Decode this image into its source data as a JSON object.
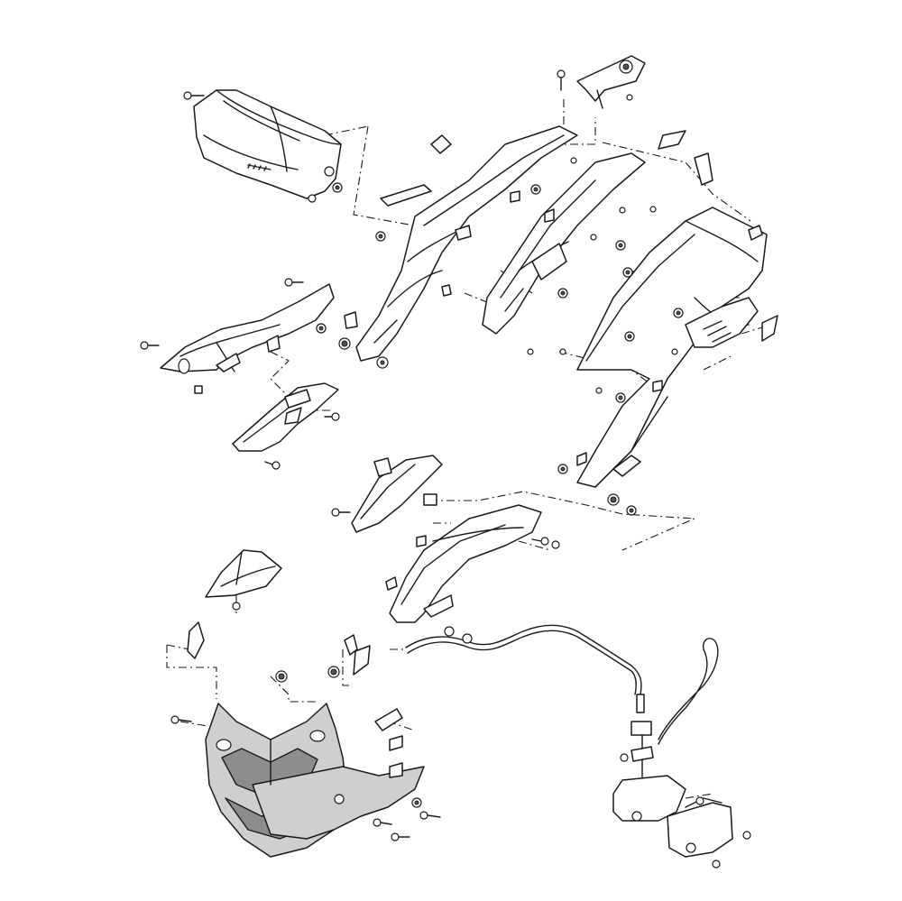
{
  "diagram": {
    "background": "#ffffff",
    "line_color": "#1a1a1a",
    "shade_light": "#cfcfcf",
    "shade_dark": "#8d8d8d",
    "parts": [
      {
        "name": "upper-side-cover-left",
        "shaded": false
      },
      {
        "name": "rear-cowl-frame-left",
        "shaded": false
      },
      {
        "name": "rear-cowl-frame-right",
        "shaded": false
      },
      {
        "name": "tail-cover-assembly",
        "shaded": false
      },
      {
        "name": "side-cover-left",
        "shaded": false
      },
      {
        "name": "inner-panel-left",
        "shaded": false
      },
      {
        "name": "inner-panel-right",
        "shaded": false
      },
      {
        "name": "lower-fairing-side",
        "shaded": false
      },
      {
        "name": "windscreen",
        "shaded": false
      },
      {
        "name": "front-cowl",
        "shaded": true
      },
      {
        "name": "cable-line",
        "shaded": false
      },
      {
        "name": "reservoir-tank",
        "shaded": false
      }
    ]
  }
}
